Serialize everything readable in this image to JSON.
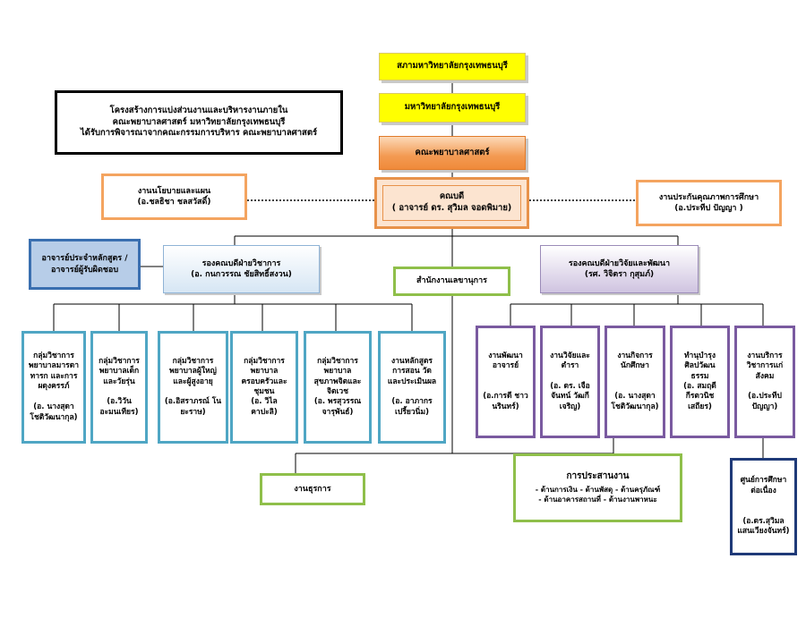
{
  "note": {
    "line1": "โครงสร้างการแบ่งส่วนงานและบริหารงานภายใน",
    "line2": "คณะพยาบาลศาสตร์ มหาวิทยาลัยกรุงเทพธนบุรี",
    "line3": "ได้รับการพิจารณาจากคณะกรรมการบริหาร คณะพยาบาลศาสตร์"
  },
  "council": {
    "label": "สภามหาวิทยาลัยกรุงเทพธนบุรี"
  },
  "university": {
    "label": "มหาวิทยาลัยกรุงเทพธนบุรี"
  },
  "faculty": {
    "label": "คณะพยาบาลศาสตร์"
  },
  "dean": {
    "title": "คณบดี",
    "name": "( อาจารย์ ดร. สุวิมล จอดพิมาย)"
  },
  "policy": {
    "title": "งานนโยบายและแผน",
    "name": "(อ.ชลธิชา ชลสวัสดิ์)"
  },
  "qa": {
    "title": "งานประกันคุณภาพการศึกษา",
    "name": "(อ.ประทีป  ปัญญา )"
  },
  "curriculum_lead": {
    "line1": "อาจารย์ประจำหลักสูตร /",
    "line2": "อาจารย์ผู้รับผิดชอบ"
  },
  "vp_academic": {
    "title": "รองคณบดีฝ่ายวิชาการ",
    "name": "(อ. กนกวรรณ  ชัยสิทธิ์สงวน)"
  },
  "secretary_office": {
    "label": "สำนักงานเลขานุการ"
  },
  "vp_research": {
    "title": "รองคณบดีฝ่ายวิจัยและพัฒนา",
    "name": "(รศ. วิจิตรา กุสุมภ์)"
  },
  "academic_groups": [
    {
      "text": "กลุ่มวิชาการ\nพยาบาลมารดา\nทารก และการ\nผดุงครรภ์\n\n(อ. นางสุดา\nโชติวัฒนากุล)"
    },
    {
      "text": "กลุ่มวิชาการ\nพยาบาลเด็ก\nและวัยรุ่น\n\n(อ.วิวัน\nอะมนเทียร)"
    },
    {
      "text": "กลุ่มวิชาการ\nพยาบาลผู้ใหญ่\nและผู้สูงอายุ\n\n(อ.อิสราภรณ์ โน\nยะราษ)"
    },
    {
      "text": "กลุ่มวิชาการ\nพยาบาล\nครอบครัวและ\nชุมชน\n(อ. วิไล\nคาปะลิ)"
    },
    {
      "text": "กลุ่มวิชาการ\nพยาบาล\nสุขภาพจิตและ\nจิตเวช\n(อ. พรสุวรรณ\nจารุพันธ์)"
    },
    {
      "text": "งานหลักสูตร\nการสอน วัด\nและประเมินผล\n\n(อ. อาภากร\nเปรี้ยวนิ่ม)"
    }
  ],
  "research_units": [
    {
      "text": "งานพัฒนา\nอาจารย์\n\n\n(อ.การดี ชาว\nนรินทร์)"
    },
    {
      "text": "งานวิจัยและ\nตำรา\n\n(อ. ดร. เจือ\nจันทน์ วัฒกี\nเจริญ)"
    },
    {
      "text": "งานกิจการ\nนักศึกษา\n\n\n(อ. นางสุดา\nโชติวัฒนากุล)"
    },
    {
      "text": "ทำนุบำรุง\nศิลปวัฒน\nธรรม\n(อ. สมฤดี\nกีรตวนิช\nเสถียร)"
    },
    {
      "text": "งานบริการ\nวิชาการแก่\nสังคม\n\n(อ.ประทีป\nปัญญา)"
    }
  ],
  "continuing_ed": {
    "text": "ศูนย์การศึกษา\nต่อเนื่อง\n\n\n(อ.ดร.สุวิมล\nแสนเวียงจันทร์)"
  },
  "admin": {
    "label": "งานธุรการ"
  },
  "coordination": {
    "title": "การประสานงาน",
    "line1": "- ด้านการเงิน   - ด้านพัสดุ   - ด้านครุภัณฑ์",
    "line2": "- ด้านอาคารสถานที่   - ด้านงานพาหนะ"
  },
  "colors": {
    "yellow": "#ffff00",
    "orange": "#f08a3a",
    "blue": "#3a6fb0",
    "purple": "#7a5aa0",
    "teal": "#4fa6c4",
    "green": "#8fbf4a",
    "navy": "#1f3a78"
  }
}
